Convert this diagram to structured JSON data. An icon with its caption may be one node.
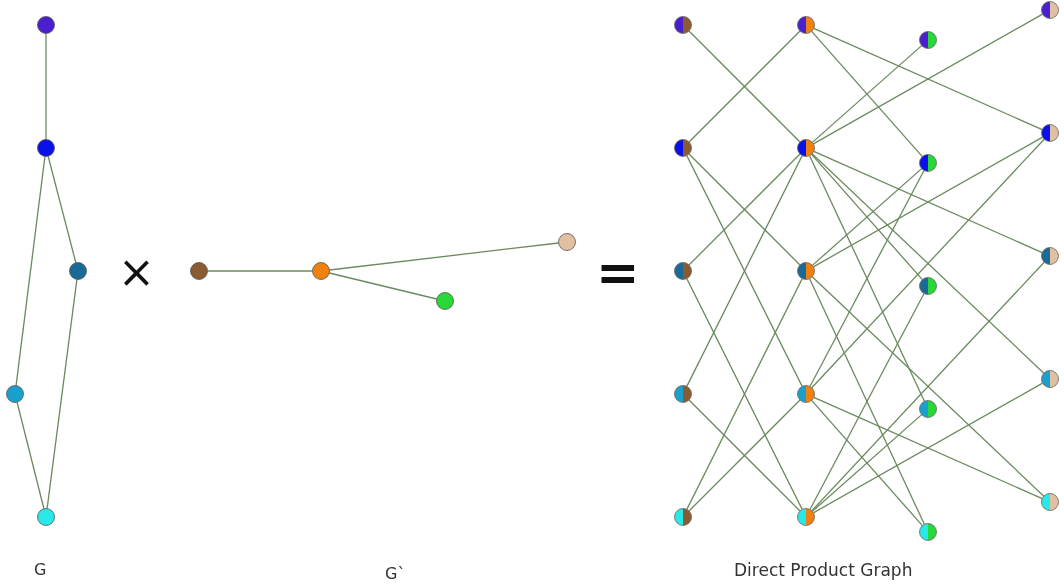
{
  "diagram": {
    "nodes": [
      {
        "text": [],
        "shape": "circle"
      },
      {
        "text": [],
        "shape": "circle"
      },
      {
        "text": [],
        "shape": "circle"
      },
      {
        "text": [],
        "shape": "circle"
      },
      {
        "text": [],
        "shape": "circle"
      },
      {
        "text": [],
        "shape": "circle"
      },
      {
        "text": [],
        "shape": "circle"
      },
      {
        "text": [],
        "shape": "circle"
      },
      {
        "text": [],
        "shape": "circle"
      },
      {
        "text": [],
        "shape": "circle"
      },
      {
        "text": [],
        "shape": "circle"
      },
      {
        "text": [],
        "shape": "circle"
      },
      {
        "text": [],
        "shape": "circle"
      },
      {
        "text": [],
        "shape": "circle"
      },
      {
        "text": [],
        "shape": "circle"
      },
      {
        "text": [],
        "shape": "circle"
      },
      {
        "text": [],
        "shape": "circle"
      },
      {
        "text": [],
        "shape": "circle"
      },
      {
        "text": [],
        "shape": "circle"
      },
      {
        "text": [],
        "shape": "circle"
      },
      {
        "text": [],
        "shape": "circle"
      },
      {
        "text": [],
        "shape": "circle"
      },
      {
        "text": [],
        "shape": "circle"
      },
      {
        "text": [],
        "shape": "circle"
      },
      {
        "text": [],
        "shape": "circle"
      },
      {
        "text": [],
        "shape": "circle"
      },
      {
        "text": [],
        "shape": "circle"
      },
      {
        "text": [],
        "shape": "circle"
      },
      {
        "text": [],
        "shape": "circle"
      }
    ],
    "edges": [
      {
        "from": 0,
        "to": 1,
        "arrow": "none"
      },
      {
        "from": 1,
        "to": 2,
        "arrow": "none"
      },
      {
        "from": 1,
        "to": 3,
        "arrow": "none"
      },
      {
        "from": 2,
        "to": 4,
        "arrow": "none"
      },
      {
        "from": 3,
        "to": 4,
        "arrow": "none"
      },
      {
        "from": 5,
        "to": 6,
        "arrow": "none"
      },
      {
        "from": 6,
        "to": 8,
        "arrow": "none"
      },
      {
        "from": 6,
        "to": 7,
        "arrow": "none"
      },
      {
        "from": 9,
        "to": 14,
        "arrow": "none"
      },
      {
        "from": 10,
        "to": 13,
        "arrow": "none"
      },
      {
        "from": 10,
        "to": 16,
        "arrow": "none"
      },
      {
        "from": 12,
        "to": 14,
        "arrow": "none"
      },
      {
        "from": 10,
        "to": 15,
        "arrow": "none"
      },
      {
        "from": 11,
        "to": 14,
        "arrow": "none"
      },
      {
        "from": 13,
        "to": 18,
        "arrow": "none"
      },
      {
        "from": 14,
        "to": 17,
        "arrow": "none"
      },
      {
        "from": 14,
        "to": 20,
        "arrow": "none"
      },
      {
        "from": 16,
        "to": 18,
        "arrow": "none"
      },
      {
        "from": 14,
        "to": 19,
        "arrow": "none"
      },
      {
        "from": 15,
        "to": 18,
        "arrow": "none"
      },
      {
        "from": 13,
        "to": 22,
        "arrow": "none"
      },
      {
        "from": 14,
        "to": 21,
        "arrow": "none"
      },
      {
        "from": 14,
        "to": 24,
        "arrow": "none"
      },
      {
        "from": 16,
        "to": 22,
        "arrow": "none"
      },
      {
        "from": 14,
        "to": 23,
        "arrow": "none"
      },
      {
        "from": 15,
        "to": 22,
        "arrow": "none"
      },
      {
        "from": 17,
        "to": 26,
        "arrow": "none"
      },
      {
        "from": 18,
        "to": 25,
        "arrow": "none"
      },
      {
        "from": 18,
        "to": 28,
        "arrow": "none"
      },
      {
        "from": 20,
        "to": 26,
        "arrow": "none"
      },
      {
        "from": 18,
        "to": 27,
        "arrow": "none"
      },
      {
        "from": 19,
        "to": 26,
        "arrow": "none"
      },
      {
        "from": 21,
        "to": 26,
        "arrow": "none"
      },
      {
        "from": 22,
        "to": 25,
        "arrow": "none"
      },
      {
        "from": 22,
        "to": 28,
        "arrow": "none"
      },
      {
        "from": 24,
        "to": 26,
        "arrow": "none"
      },
      {
        "from": 22,
        "to": 27,
        "arrow": "none"
      },
      {
        "from": 23,
        "to": 26,
        "arrow": "none"
      }
    ],
    "labels": [
      "×",
      "=",
      "G",
      "G`",
      "Direct Product Graph"
    ]
  }
}
